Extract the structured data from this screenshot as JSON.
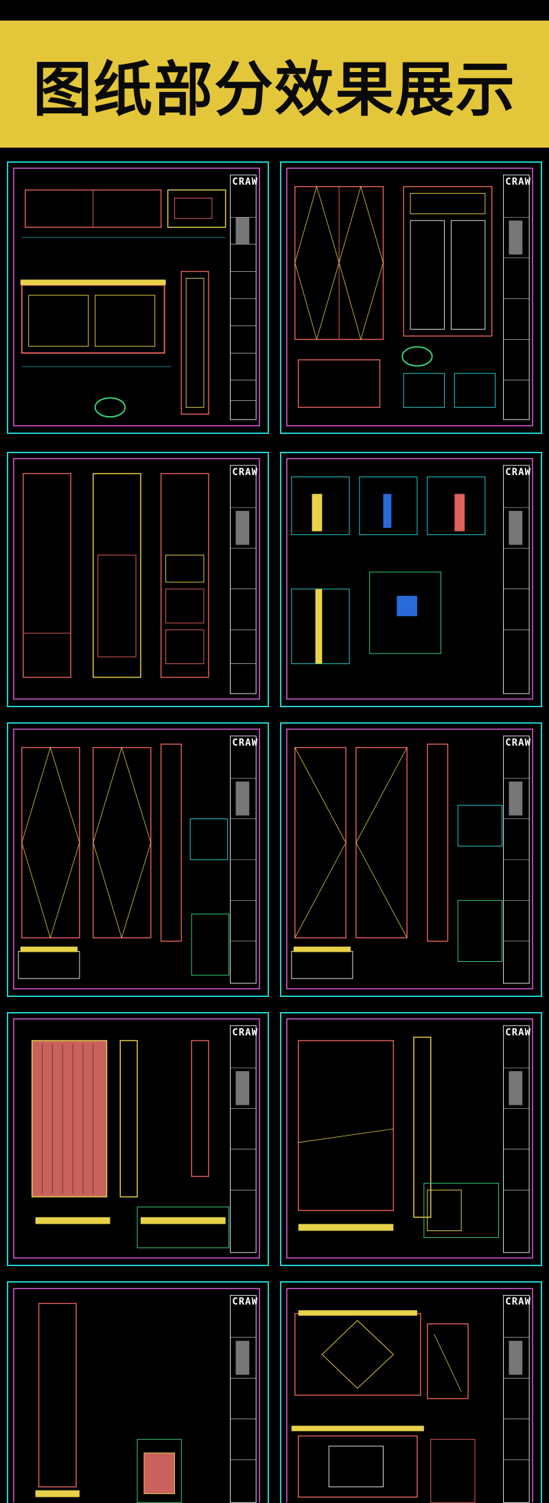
{
  "banner": {
    "title": "图纸部分效果展示"
  },
  "colors": {
    "banner_bg": "#E4C63A",
    "sheet_border": "#1fd3d3",
    "inner_border": "#e05fe0",
    "line_red": "#e0605a",
    "line_yellow": "#e8d24a",
    "line_green": "#3ad27a",
    "line_white": "#e8e8e8"
  },
  "sheets": [
    {
      "brand": "CRAW"
    },
    {
      "brand": "CRAW"
    },
    {
      "brand": "CRAW"
    },
    {
      "brand": "CRAW"
    },
    {
      "brand": "CRAW"
    },
    {
      "brand": "CRAW"
    },
    {
      "brand": "CRAW"
    },
    {
      "brand": "CRAW"
    },
    {
      "brand": "CRAW"
    },
    {
      "brand": "CRAW"
    }
  ]
}
